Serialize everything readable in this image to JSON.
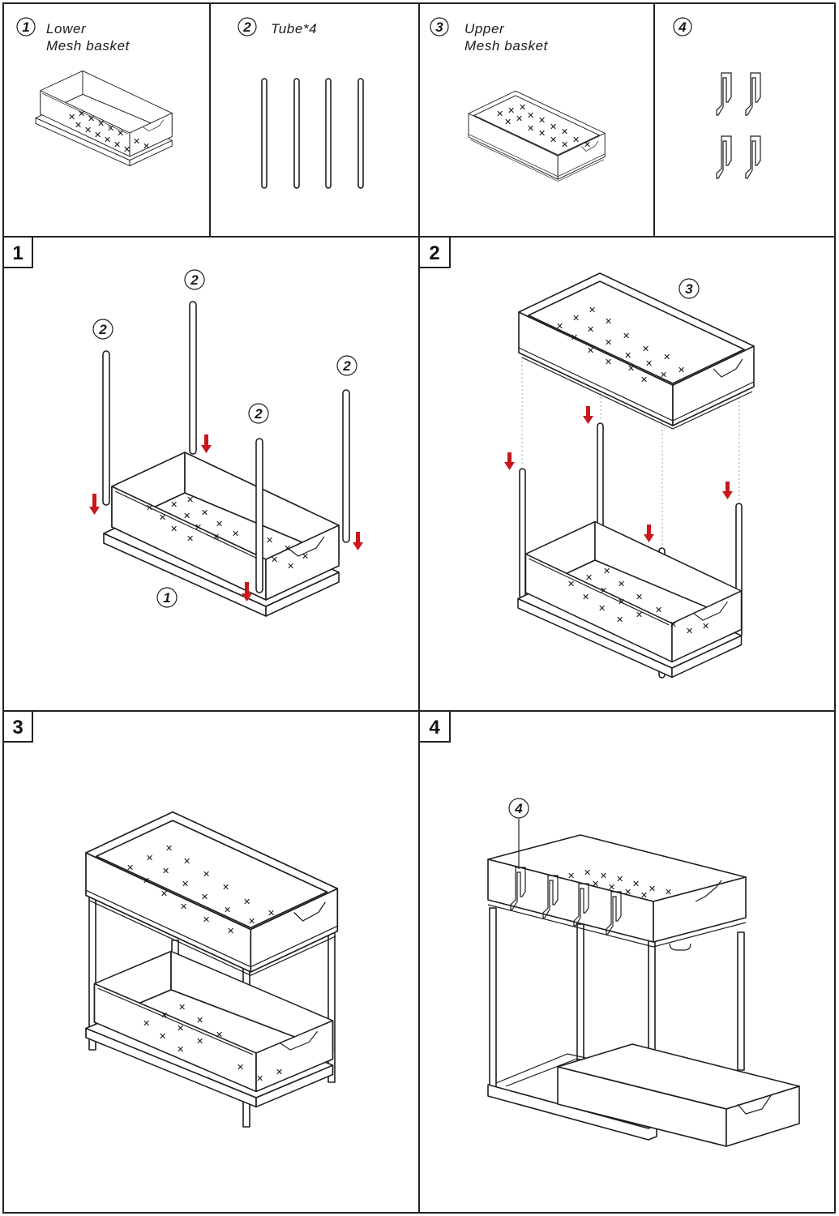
{
  "parts": [
    {
      "num": "1",
      "label_line1": "Lower",
      "label_line2": "Mesh basket"
    },
    {
      "num": "2",
      "label_line1": "Tube*4",
      "label_line2": ""
    },
    {
      "num": "3",
      "label_line1": "Upper",
      "label_line2": "Mesh basket"
    },
    {
      "num": "4",
      "label_line1": "",
      "label_line2": ""
    }
  ],
  "steps": [
    "1",
    "2",
    "3",
    "4"
  ],
  "callouts": {
    "tube": "2",
    "lower_basket": "1",
    "upper_basket": "3",
    "hook": "4"
  },
  "colors": {
    "arrow": "#c8171d",
    "line": "#1f1f1f",
    "grid": "#222222"
  }
}
